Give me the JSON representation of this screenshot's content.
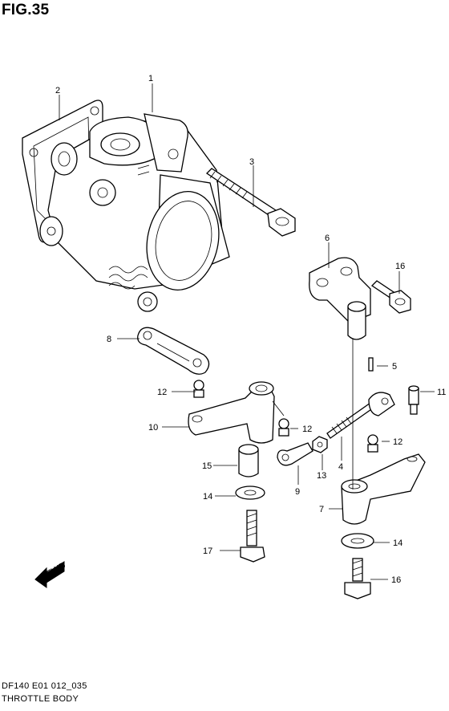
{
  "figure": {
    "title": "FIG.35"
  },
  "footer": {
    "code": "DF140 E01 012_035",
    "name": "THROTTLE BODY"
  },
  "direction": {
    "label": "FWD"
  },
  "callouts": [
    "1",
    "2",
    "3",
    "4",
    "5",
    "6",
    "7",
    "8",
    "9",
    "10",
    "11",
    "12",
    "12",
    "12",
    "13",
    "14",
    "14",
    "15",
    "16",
    "16",
    "17"
  ]
}
